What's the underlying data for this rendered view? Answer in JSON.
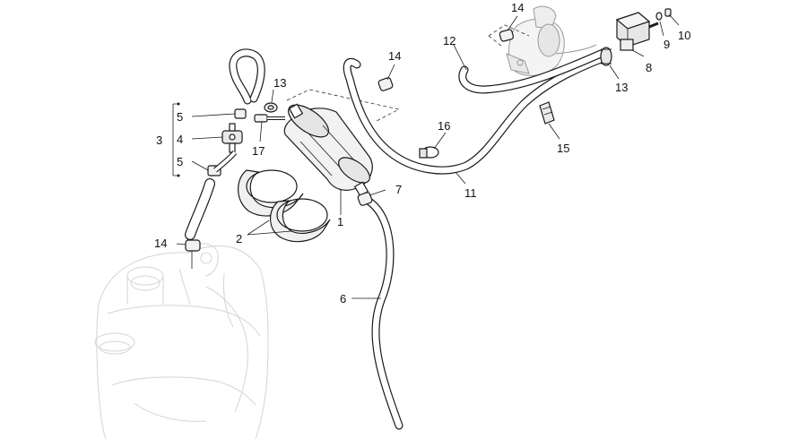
{
  "colors": {
    "line": "#1a1a1a",
    "hose_fill": "#ffffff",
    "part_fill": "#f2f2f2",
    "ghost": "#d4d4d4"
  },
  "labels": {
    "p1": "1",
    "p2": "2",
    "p3": "3",
    "p4": "4",
    "p5a": "5",
    "p5b": "5",
    "p6": "6",
    "p7": "7",
    "p8": "8",
    "p9": "9",
    "p10": "10",
    "p11": "11",
    "p12": "12",
    "p13a": "13",
    "p13b": "13",
    "p14a": "14",
    "p14b": "14",
    "p14c": "14",
    "p15": "15",
    "p16": "16",
    "p17": "17"
  }
}
